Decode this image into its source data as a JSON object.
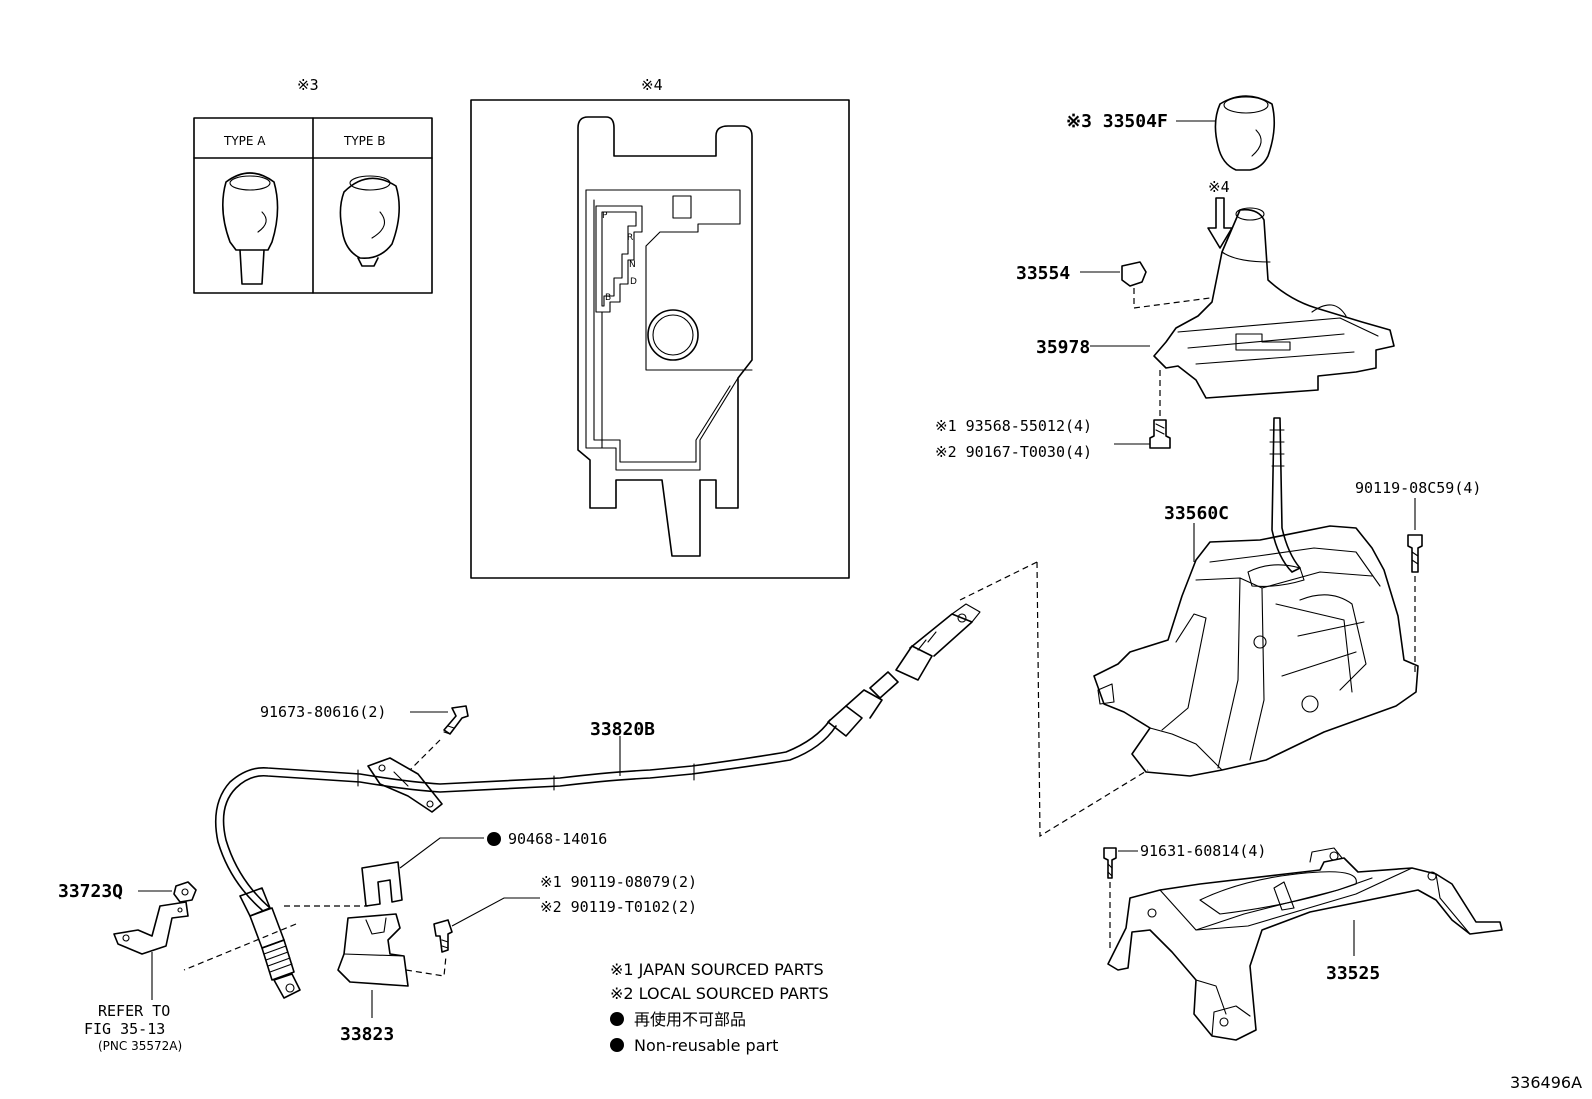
{
  "inset_type": {
    "ref_mark": "※3",
    "type_a": "TYPE A",
    "type_b": "TYPE B"
  },
  "inset_gate": {
    "ref_mark": "※4",
    "gate_letters": [
      "P",
      "R",
      "N",
      "D",
      "B"
    ]
  },
  "parts": {
    "p33504F": "※3 33504F",
    "p_ref4": "※4",
    "p33554": "33554",
    "p35978": "35978",
    "p93568": "※1 93568-55012(4)",
    "p90167": "※2 90167-T0030(4)",
    "p33560C": "33560C",
    "p90119_08C59": "90119-08C59(4)",
    "p91673": "91673-80616(2)",
    "p33820B": "33820B",
    "p90468": "90468-14016",
    "p90119_08079": "※1 90119-08079(2)",
    "p90119_T0102": "※2 90119-T0102(2)",
    "p33723Q": "33723Q",
    "p33823": "33823",
    "p91631": "91631-60814(4)",
    "p33525": "33525"
  },
  "refer": {
    "line1": "REFER TO",
    "line2": "FIG 35-13",
    "line3": "(PNC 35572A)"
  },
  "legend": {
    "japan": "※1 JAPAN SOURCED PARTS",
    "local": "※2 LOCAL SOURCED PARTS",
    "nonreusable_jp": "再使用不可部品",
    "nonreusable_en": "Non-reusable part"
  },
  "figure_id": "336496A"
}
